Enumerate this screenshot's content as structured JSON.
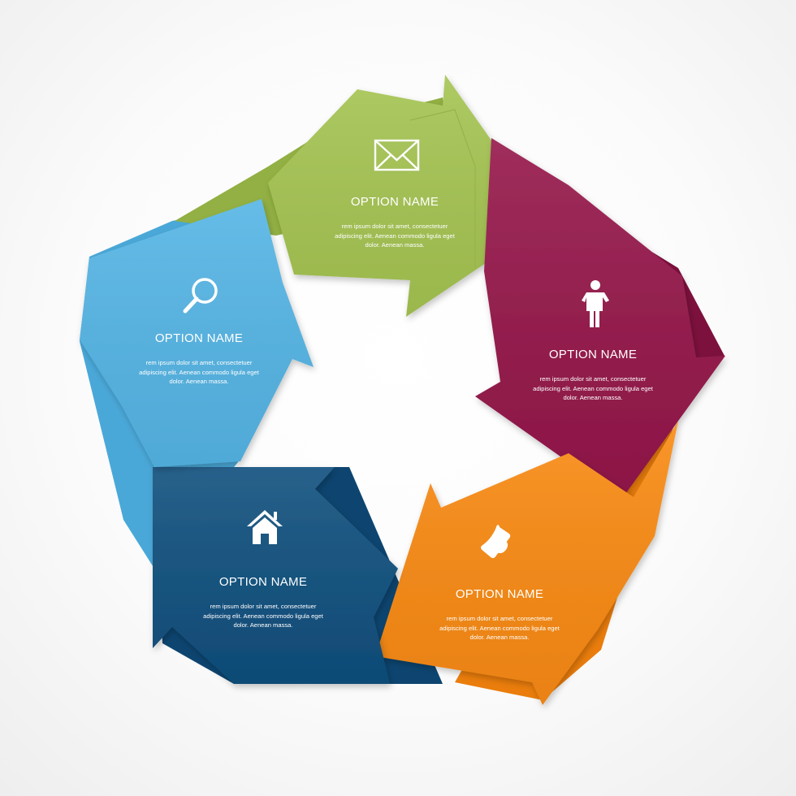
{
  "diagram": {
    "colors": {
      "green": "#a5c452",
      "maroon": "#95174a",
      "orange": "#f98a13",
      "navy": "#10507e",
      "blue": "#55b5e5"
    },
    "options": [
      {
        "color": "#a5c452",
        "icon": "envelope-icon",
        "title": "OPTION NAME",
        "desc_line1": "rem ipsum dolor sit amet, consectetuer",
        "desc_line2": "adipiscing elit. Aenean commodo ligula eget",
        "desc_line3": "dolor. Aenean massa."
      },
      {
        "color": "#95174a",
        "icon": "person-icon",
        "title": "OPTION NAME",
        "desc_line1": "rem ipsum dolor sit amet, consectetuer",
        "desc_line2": "adipiscing elit. Aenean commodo ligula eget",
        "desc_line3": "dolor. Aenean massa."
      },
      {
        "color": "#f98a13",
        "icon": "phone-icon",
        "title": "OPTION NAME",
        "desc_line1": "rem ipsum dolor sit amet, consectetuer",
        "desc_line2": "adipiscing elit. Aenean commodo ligula eget",
        "desc_line3": "dolor. Aenean massa."
      },
      {
        "color": "#10507e",
        "icon": "home-icon",
        "title": "OPTION NAME",
        "desc_line1": "rem ipsum dolor sit amet, consectetuer",
        "desc_line2": "adipiscing elit. Aenean commodo ligula eget",
        "desc_line3": "dolor. Aenean massa."
      },
      {
        "color": "#55b5e5",
        "icon": "search-icon",
        "title": "OPTION NAME",
        "desc_line1": "rem ipsum dolor sit amet, consectetuer",
        "desc_line2": "adipiscing elit. Aenean commodo ligula eget",
        "desc_line3": "dolor. Aenean massa."
      }
    ]
  }
}
